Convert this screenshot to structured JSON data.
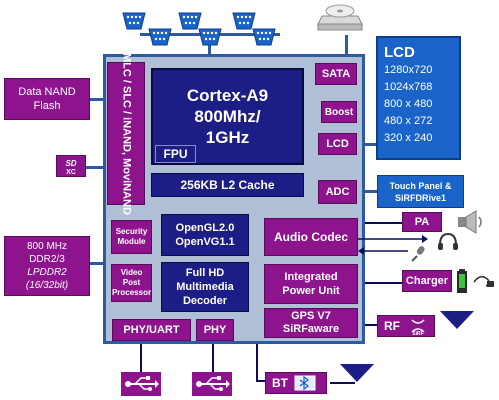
{
  "external": {
    "data_nand": "Data NAND\nFlash",
    "memory": [
      "800 MHz",
      "DDR2/3",
      "LPDDR2",
      "(16/32bit)"
    ],
    "sd_logo": "SD XC",
    "lcd": {
      "title": "LCD",
      "resolutions": [
        "1280x720",
        "1024x768",
        "800 x 480",
        "480 x 272",
        "320 x 240"
      ]
    },
    "touch": "Touch Panel & SiRFDRive1",
    "pa": "PA",
    "charger": "Charger",
    "rf": "RF",
    "sirf_logo": "SiRF",
    "bt": "BT"
  },
  "chip": {
    "cpu": [
      "Cortex-A9",
      "800Mhz/",
      "1GHz"
    ],
    "fpu": "FPU",
    "cache": "256KB L2 Cache",
    "mlc": "MLC / SLC / iNAND, MoviNAND",
    "sata": "SATA",
    "boost": "Boost",
    "lcd_ctrl": "LCD",
    "adc": "ADC",
    "security": "Security Module",
    "opengl": "OpenGL2.0\nOpenVG1.1",
    "video_post": "Video Post Processor",
    "decoder": "Full HD\nMultimedia\nDecoder",
    "audio": "Audio Codec",
    "power": "Integrated\nPower Unit",
    "gps": "GPS V7\nSiRFaware",
    "phy_uart": "PHY/UART",
    "phy": "PHY"
  },
  "icons": [
    "serial-port-icon",
    "usb-icon",
    "optical-drive-icon",
    "speaker-icon",
    "headphones-icon",
    "microphone-icon",
    "battery-icon",
    "antenna-icon"
  ],
  "colors": {
    "chip_bg": "#aebfd6",
    "block_magenta": "#8e148e",
    "block_navy": "#1d1d86",
    "ext_blue": "#1a63c8"
  }
}
